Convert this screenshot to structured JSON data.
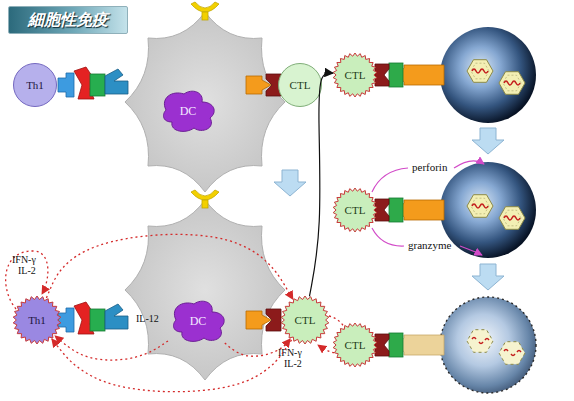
{
  "diagram": {
    "title": "細胞性免疫",
    "nodes": [
      {
        "text": [
          "Th1"
        ]
      },
      {
        "text": [
          "DC"
        ]
      },
      {
        "text": [
          "CTL"
        ]
      },
      {
        "text": [
          "Th1"
        ]
      },
      {
        "text": [
          "DC"
        ]
      },
      {
        "text": [
          "CTL"
        ]
      },
      {
        "text": [
          "CTL"
        ]
      },
      {
        "text": [
          "CTL"
        ]
      },
      {
        "text": [
          "CTL"
        ]
      }
    ],
    "edges": [
      {
        "from": 3,
        "to": 5,
        "arrow": "to"
      },
      {
        "from": 4,
        "to": 3,
        "arrow": "to"
      },
      {
        "from": 4,
        "to": 5,
        "arrow": "to"
      },
      {
        "from": 5,
        "to": 3,
        "arrow": "to"
      },
      {
        "from": 5,
        "to": 6,
        "arrow": "to"
      }
    ],
    "labels": [
      "IFN-γ",
      "IL-2",
      "IL-12",
      "IFN-γ",
      "IL-2",
      "perforin",
      "granzyme"
    ]
  }
}
